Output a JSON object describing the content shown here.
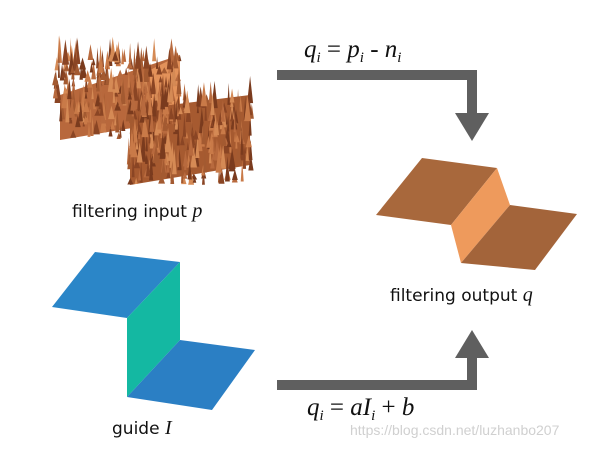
{
  "labels": {
    "filtering_input_text": "filtering input",
    "filtering_input_var": "p",
    "guide_text": "guide",
    "guide_var": "I",
    "filtering_output_text": "filtering output",
    "filtering_output_var": "q"
  },
  "formulas": {
    "top": {
      "lhs": "q",
      "lhs_sub": "i",
      "eq": "=",
      "t1": "p",
      "t1_sub": "i",
      "op": "-",
      "t2": "n",
      "t2_sub": "i"
    },
    "bottom": {
      "lhs": "q",
      "lhs_sub": "i",
      "eq": "=",
      "a": "aI",
      "a_sub": "i",
      "op": "+",
      "b": "b"
    }
  },
  "watermark": "https://blog.csdn.net/luzhanbo207",
  "colors": {
    "noisy_surface": "#b8683c",
    "output_surface": "#a8683c",
    "output_step": "#ee9a5c",
    "guide_surface": "#2b86c8",
    "guide_step": "#14b8a2",
    "arrow": "#5f5f5f"
  }
}
